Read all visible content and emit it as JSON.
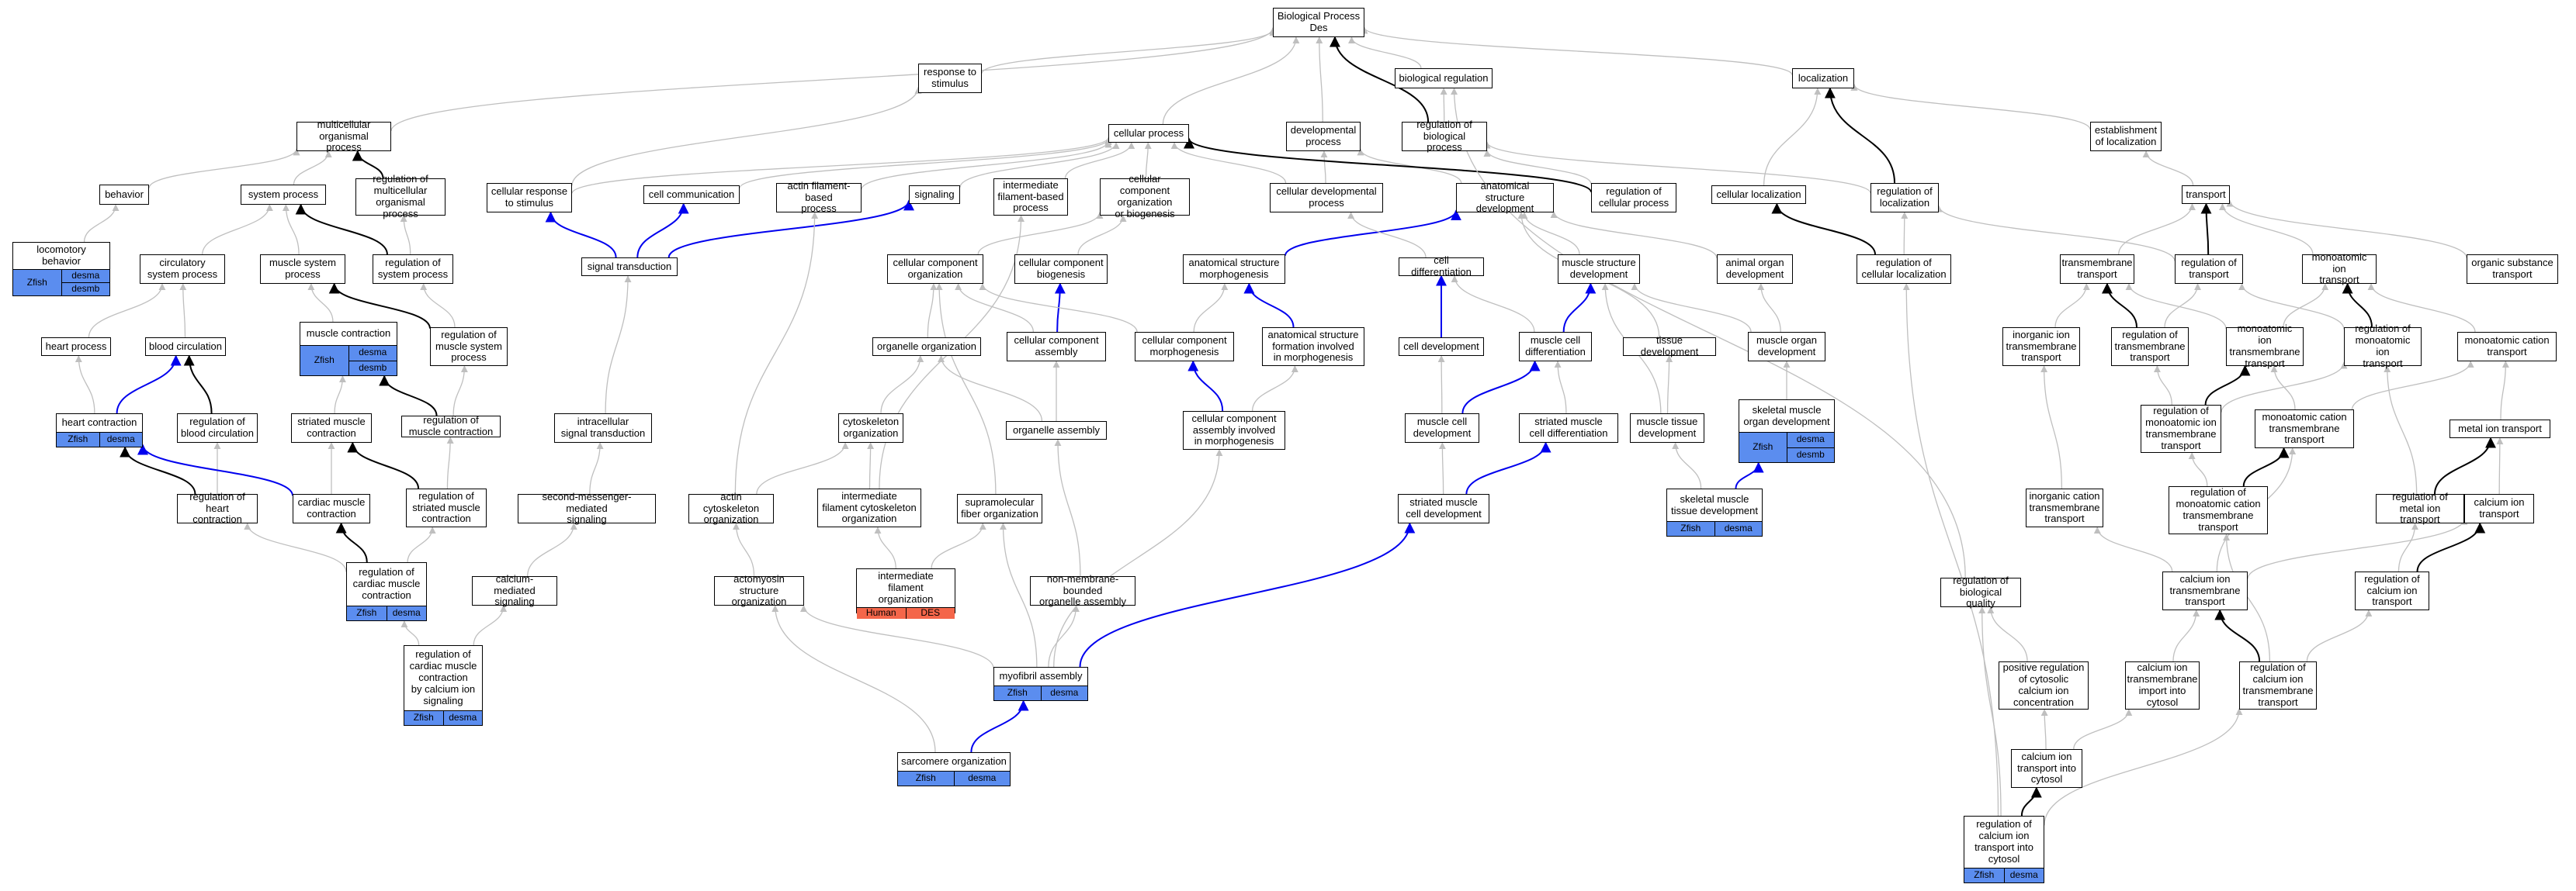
{
  "colors": {
    "zfish": "#5b8def",
    "human": "#f4664a",
    "edge_gray": "#bfbfbf",
    "edge_black": "#000000",
    "edge_blue": "#0000ee"
  },
  "nodes": {
    "bp": {
      "label": "Biological Process\nDes"
    },
    "resp_stim": {
      "label": "response to\nstimulus"
    },
    "bio_reg": {
      "label": "biological regulation"
    },
    "localization": {
      "label": "localization"
    },
    "multi_org": {
      "label": "multicellular\norganismal process"
    },
    "cellular_process": {
      "label": "cellular process"
    },
    "dev_process": {
      "label": "developmental\nprocess"
    },
    "reg_bio": {
      "label": "regulation of\nbiological process"
    },
    "est_loc": {
      "label": "establishment\nof localization"
    },
    "behavior": {
      "label": "behavior"
    },
    "system_process": {
      "label": "system process"
    },
    "reg_multi": {
      "label": "regulation of\nmulticellular\norganismal process"
    },
    "cell_resp": {
      "label": "cellular response\nto stimulus"
    },
    "cell_comm": {
      "label": "cell communication"
    },
    "actin_fil": {
      "label": "actin filament-based\nprocess"
    },
    "signaling": {
      "label": "signaling"
    },
    "intermed_fil": {
      "label": "intermediate\nfilament-based\nprocess"
    },
    "ccob": {
      "label": "cellular component\norganization\nor biogenesis"
    },
    "cell_dev_process": {
      "label": "cellular developmental\nprocess"
    },
    "anat_dev": {
      "label": "anatomical structure\ndevelopment"
    },
    "reg_cell_proc": {
      "label": "regulation of\ncellular process"
    },
    "cell_loc": {
      "label": "cellular localization"
    },
    "reg_loc": {
      "label": "regulation of\nlocalization"
    },
    "transport": {
      "label": "transport"
    },
    "loco": {
      "label": "locomotory behavior",
      "split": {
        "left": "Zfish",
        "right": [
          "desma",
          "desmb"
        ]
      }
    },
    "circ_sys": {
      "label": "circulatory\nsystem process"
    },
    "muscle_sys": {
      "label": "muscle system\nprocess"
    },
    "reg_sys": {
      "label": "regulation of\nsystem process"
    },
    "signal_trans": {
      "label": "signal transduction"
    },
    "cc_org": {
      "label": "cellular component\norganization"
    },
    "cc_biog": {
      "label": "cellular component\nbiogenesis"
    },
    "anat_morph": {
      "label": "anatomical structure\nmorphogenesis"
    },
    "cell_diff": {
      "label": "cell differentiation"
    },
    "muscle_struct": {
      "label": "muscle structure\ndevelopment"
    },
    "animal_organ": {
      "label": "animal organ\ndevelopment"
    },
    "reg_cell_loc": {
      "label": "regulation of\ncellular localization"
    },
    "transmembrane": {
      "label": "transmembrane\ntransport"
    },
    "reg_transport": {
      "label": "regulation of\ntransport"
    },
    "monoatomic_ion": {
      "label": "monoatomic ion\ntransport"
    },
    "organic_sub": {
      "label": "organic substance\ntransport"
    },
    "heart_process": {
      "label": "heart process"
    },
    "blood_circ": {
      "label": "blood circulation"
    },
    "muscle_contr": {
      "label": "muscle contraction",
      "split": {
        "left": "Zfish",
        "right": [
          "desma",
          "desmb"
        ]
      }
    },
    "reg_musc_sys": {
      "label": "regulation of\nmuscle system\nprocess"
    },
    "organelle_org": {
      "label": "organelle organization"
    },
    "cc_assembly": {
      "label": "cellular component\nassembly"
    },
    "cc_morph": {
      "label": "cellular component\nmorphogenesis"
    },
    "anat_form": {
      "label": "anatomical structure\nformation involved\nin morphogenesis"
    },
    "cell_dev": {
      "label": "cell development"
    },
    "musc_cell_diff": {
      "label": "muscle cell\ndifferentiation"
    },
    "tissue_dev": {
      "label": "tissue development"
    },
    "musc_organ_dev": {
      "label": "muscle organ\ndevelopment"
    },
    "inorg_ion_tm": {
      "label": "inorganic ion\ntransmembrane\ntransport"
    },
    "reg_tm_transport": {
      "label": "regulation of\ntransmembrane\ntransport"
    },
    "mono_ion_tm": {
      "label": "monoatomic ion\ntransmembrane\ntransport"
    },
    "reg_mono_ion": {
      "label": "regulation of\nmonoatomic ion\ntransport"
    },
    "mono_cation": {
      "label": "monoatomic cation\ntransport"
    },
    "heart_contr": {
      "label": "heart contraction",
      "annot": [
        [
          "Zfish",
          "zfish"
        ],
        [
          "desma",
          "zfish"
        ]
      ]
    },
    "reg_blood": {
      "label": "regulation of\nblood circulation"
    },
    "striated_contr": {
      "label": "striated muscle\ncontraction"
    },
    "reg_musc_contr": {
      "label": "regulation of\nmuscle contraction"
    },
    "intracell_sig": {
      "label": "intracellular\nsignal transduction"
    },
    "cytoskel_org": {
      "label": "cytoskeleton\norganization"
    },
    "organelle_asm": {
      "label": "organelle assembly"
    },
    "cc_asm_morph": {
      "label": "cellular component\nassembly involved\nin morphogenesis"
    },
    "musc_cell_dev": {
      "label": "muscle cell\ndevelopment"
    },
    "stri_cell_diff": {
      "label": "striated muscle\ncell differentiation"
    },
    "musc_tissue_dev": {
      "label": "muscle tissue\ndevelopment"
    },
    "skel_organ_dev": {
      "label": "skeletal muscle\norgan development",
      "split": {
        "left": "Zfish",
        "right": [
          "desma",
          "desmb"
        ]
      }
    },
    "reg_mono_tm": {
      "label": "regulation of\nmonoatomic ion\ntransmembrane\ntransport"
    },
    "mono_cation_tm": {
      "label": "monoatomic cation\ntransmembrane\ntransport"
    },
    "metal_ion": {
      "label": "metal ion transport"
    },
    "reg_heart_contr": {
      "label": "regulation of\nheart contraction"
    },
    "cardiac_contr": {
      "label": "cardiac muscle\ncontraction"
    },
    "reg_stri_contr": {
      "label": "regulation of\nstriated muscle\ncontraction"
    },
    "second_msg": {
      "label": "second-messenger-mediated\nsignaling"
    },
    "actin_cyto": {
      "label": "actin cytoskeleton\norganization"
    },
    "if_cyto": {
      "label": "intermediate\nfilament cytoskeleton\norganization"
    },
    "supramol": {
      "label": "supramolecular\nfiber organization"
    },
    "stri_cell_dev": {
      "label": "striated muscle\ncell development"
    },
    "skel_tissue_dev": {
      "label": "skeletal muscle\ntissue development",
      "annot": [
        [
          "Zfish",
          "zfish"
        ],
        [
          "desma",
          "zfish"
        ]
      ]
    },
    "inorg_cation_tm": {
      "label": "inorganic cation\ntransmembrane\ntransport"
    },
    "reg_mono_cation_tm": {
      "label": "regulation of\nmonoatomic cation\ntransmembrane\ntransport"
    },
    "reg_metal_ion": {
      "label": "regulation of\nmetal ion transport"
    },
    "calcium_ion": {
      "label": "calcium ion\ntransport"
    },
    "reg_cardiac": {
      "label": "regulation of\ncardiac muscle\ncontraction",
      "annot": [
        [
          "Zfish",
          "zfish"
        ],
        [
          "desma",
          "zfish"
        ]
      ]
    },
    "ca_mediated": {
      "label": "calcium-mediated\nsignaling"
    },
    "actomyosin": {
      "label": "actomyosin structure\norganization"
    },
    "if_org": {
      "label": "intermediate\nfilament organization",
      "annot": [
        [
          "Human",
          "human"
        ],
        [
          "DES",
          "human"
        ]
      ]
    },
    "nonmem": {
      "label": "non-membrane-bounded\norganelle assembly"
    },
    "reg_bio_quality": {
      "label": "regulation of\nbiological quality"
    },
    "ca_ion_tm": {
      "label": "calcium ion\ntransmembrane\ntransport"
    },
    "reg_ca_ion": {
      "label": "regulation of\ncalcium ion\ntransport"
    },
    "reg_cardiac_ca": {
      "label": "regulation of\ncardiac muscle\ncontraction\nby calcium ion\nsignaling",
      "annot": [
        [
          "Zfish",
          "zfish"
        ],
        [
          "desma",
          "zfish"
        ]
      ]
    },
    "myofibril": {
      "label": "myofibril assembly",
      "annot": [
        [
          "Zfish",
          "zfish"
        ],
        [
          "desma",
          "zfish"
        ]
      ]
    },
    "pos_reg_cyto_ca": {
      "label": "positive regulation\nof cytosolic\ncalcium ion\nconcentration"
    },
    "ca_tm_import": {
      "label": "calcium ion\ntransmembrane\nimport into\ncytosol"
    },
    "reg_ca_tm": {
      "label": "regulation of\ncalcium ion\ntransmembrane\ntransport"
    },
    "ca_transport_cyto": {
      "label": "calcium ion\ntransport into\ncytosol"
    },
    "sarcomere": {
      "label": "sarcomere organization",
      "annot": [
        [
          "Zfish",
          "zfish"
        ],
        [
          "desma",
          "zfish"
        ]
      ]
    },
    "reg_ca_cyto": {
      "label": "regulation of\ncalcium ion\ntransport into\ncytosol",
      "annot": [
        [
          "Zfish",
          "zfish"
        ],
        [
          "desma",
          "zfish"
        ]
      ]
    }
  }
}
